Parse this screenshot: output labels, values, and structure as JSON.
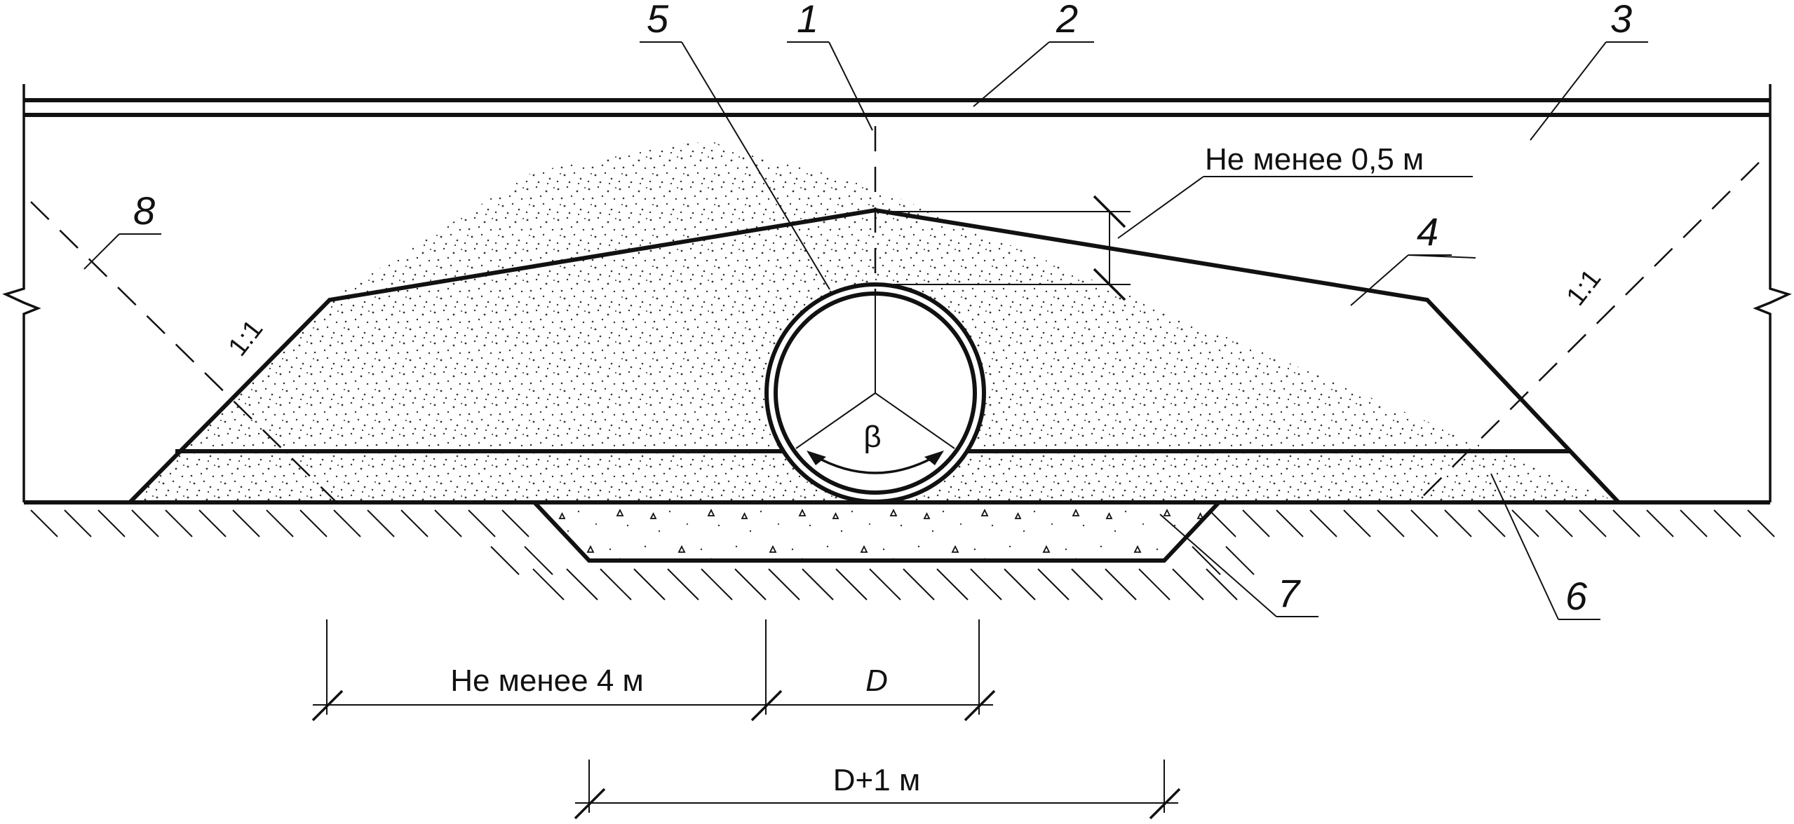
{
  "callouts": [
    "1",
    "2",
    "3",
    "4",
    "5",
    "6",
    "7",
    "8"
  ],
  "labels": {
    "cover_min": "Не менее 0,5 м",
    "offset_min": "Не менее 4 м",
    "diameter": "D",
    "trench_width": "D+1 м",
    "slope_left": "1:1",
    "slope_right": "1:1",
    "angle": "β"
  }
}
